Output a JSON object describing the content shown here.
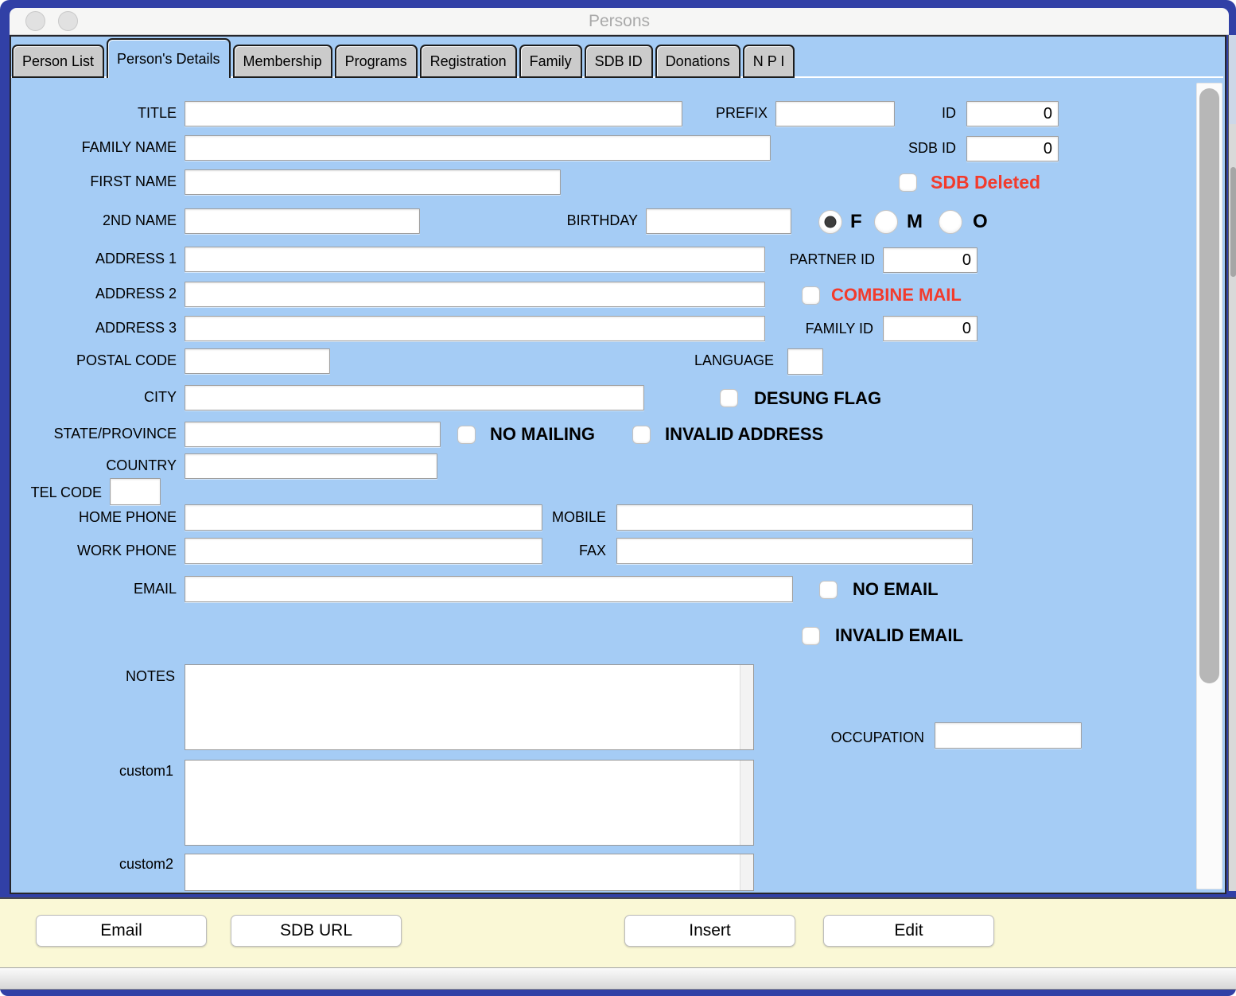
{
  "window": {
    "title": "Persons"
  },
  "tabs": [
    {
      "label": "Person List",
      "active": false
    },
    {
      "label": "Person's Details",
      "active": true
    },
    {
      "label": "Membership",
      "active": false
    },
    {
      "label": "Programs",
      "active": false
    },
    {
      "label": "Registration",
      "active": false
    },
    {
      "label": "Family",
      "active": false
    },
    {
      "label": "SDB ID",
      "active": false
    },
    {
      "label": "Donations",
      "active": false
    },
    {
      "label": "N P I",
      "active": false
    }
  ],
  "form": {
    "title": {
      "label": "TITLE",
      "value": ""
    },
    "prefix": {
      "label": "PREFIX",
      "value": ""
    },
    "id": {
      "label": "ID",
      "value": "0"
    },
    "family_name": {
      "label": "FAMILY NAME",
      "value": ""
    },
    "sdb_id": {
      "label": "SDB ID",
      "value": "0"
    },
    "first_name": {
      "label": "FIRST NAME",
      "value": ""
    },
    "sdb_deleted": {
      "label": "SDB Deleted",
      "checked": false
    },
    "second_name": {
      "label": "2ND NAME",
      "value": ""
    },
    "birthday": {
      "label": "BIRTHDAY",
      "value": ""
    },
    "gender": {
      "selected": "F",
      "options": [
        {
          "label": "F",
          "selected": true
        },
        {
          "label": "M",
          "selected": false
        },
        {
          "label": "O",
          "selected": false
        }
      ]
    },
    "address1": {
      "label": "ADDRESS 1",
      "value": ""
    },
    "partner_id": {
      "label": "PARTNER ID",
      "value": "0"
    },
    "address2": {
      "label": "ADDRESS 2",
      "value": ""
    },
    "combine_mail": {
      "label": "COMBINE MAIL",
      "checked": false
    },
    "address3": {
      "label": "ADDRESS 3",
      "value": ""
    },
    "family_id": {
      "label": "FAMILY ID",
      "value": "0"
    },
    "postal_code": {
      "label": "POSTAL CODE",
      "value": ""
    },
    "language": {
      "label": "LANGUAGE",
      "value": ""
    },
    "city": {
      "label": "CITY",
      "value": ""
    },
    "desung_flag": {
      "label": "DESUNG FLAG",
      "checked": false
    },
    "state_province": {
      "label": "STATE/PROVINCE",
      "value": ""
    },
    "no_mailing": {
      "label": "NO MAILING",
      "checked": false
    },
    "invalid_address": {
      "label": "INVALID ADDRESS",
      "checked": false
    },
    "country": {
      "label": "COUNTRY",
      "value": ""
    },
    "tel_code": {
      "label": "TEL CODE",
      "value": ""
    },
    "home_phone": {
      "label": "HOME PHONE",
      "value": ""
    },
    "mobile": {
      "label": "MOBILE",
      "value": ""
    },
    "work_phone": {
      "label": "WORK PHONE",
      "value": ""
    },
    "fax": {
      "label": "FAX",
      "value": ""
    },
    "email": {
      "label": "EMAIL",
      "value": ""
    },
    "no_email": {
      "label": "NO EMAIL",
      "checked": false
    },
    "invalid_email": {
      "label": "INVALID EMAIL",
      "checked": false
    },
    "notes": {
      "label": "NOTES",
      "value": ""
    },
    "occupation": {
      "label": "OCCUPATION",
      "value": ""
    },
    "custom1": {
      "label": "custom1",
      "value": ""
    },
    "custom2": {
      "label": "custom2",
      "value": ""
    }
  },
  "buttons": [
    {
      "label": "Email"
    },
    {
      "label": "SDB URL"
    },
    {
      "label": "Insert"
    },
    {
      "label": "Edit"
    }
  ],
  "colors": {
    "panel_blue": "#a5ccf5",
    "accent_red": "#f23b2c",
    "bar_yellow": "#faf8d6",
    "frame_navy": "#3140a6"
  }
}
